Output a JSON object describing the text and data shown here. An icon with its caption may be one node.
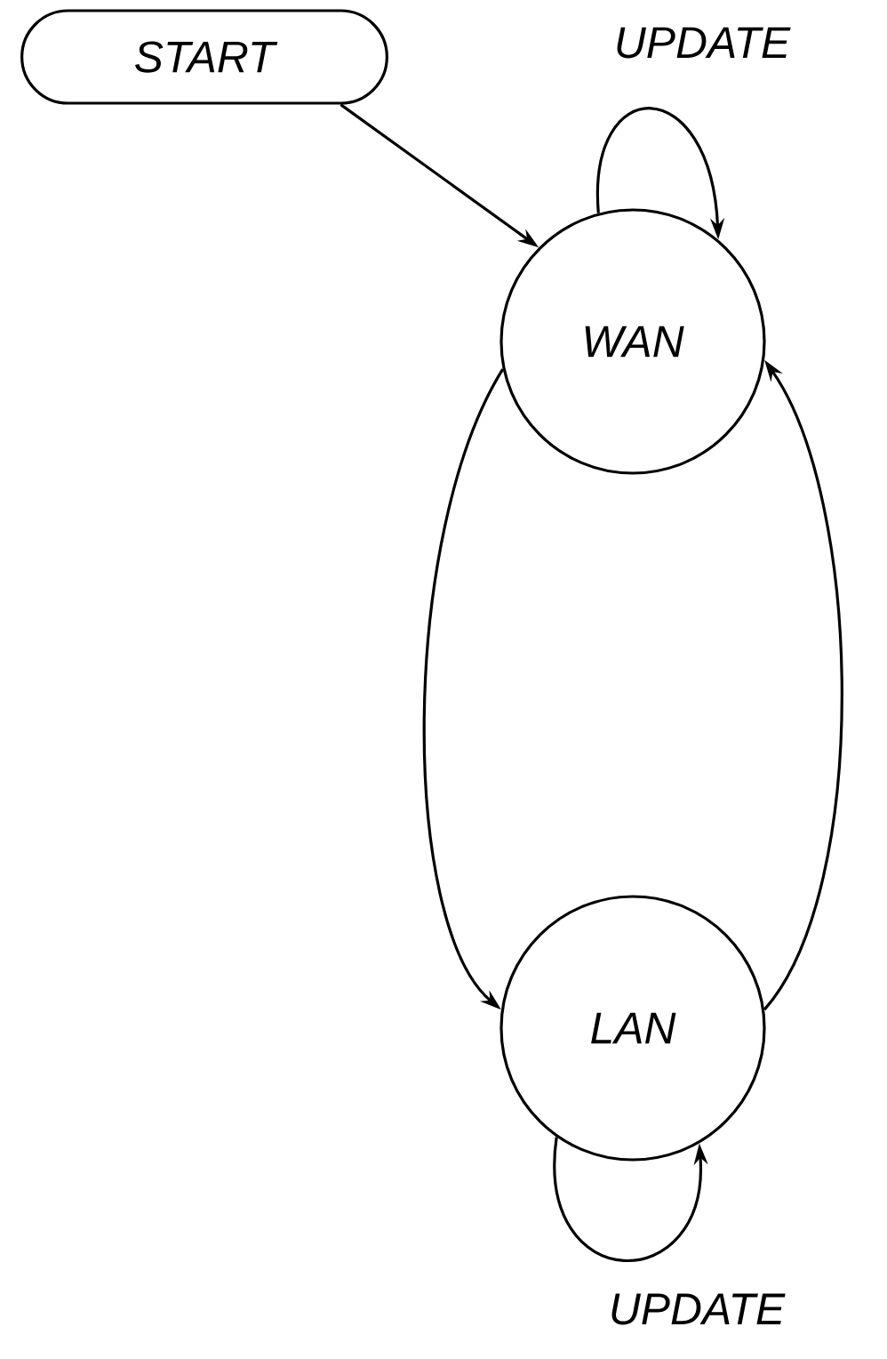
{
  "diagram": {
    "nodes": [
      {
        "text": [
          "START"
        ]
      },
      {
        "text": [
          "WAN"
        ]
      },
      {
        "text": [
          "LAN"
        ]
      }
    ],
    "edges": [
      {
        "from": 0,
        "to": 1,
        "arrow": "to"
      },
      {
        "from": 1,
        "to": 1,
        "arrow": "to",
        "label": "UPDATE"
      },
      {
        "from": 1,
        "to": 2,
        "arrow": "to"
      },
      {
        "from": 2,
        "to": 1,
        "arrow": "to"
      },
      {
        "from": 2,
        "to": 2,
        "arrow": "to",
        "label": "UPDATE"
      }
    ]
  }
}
